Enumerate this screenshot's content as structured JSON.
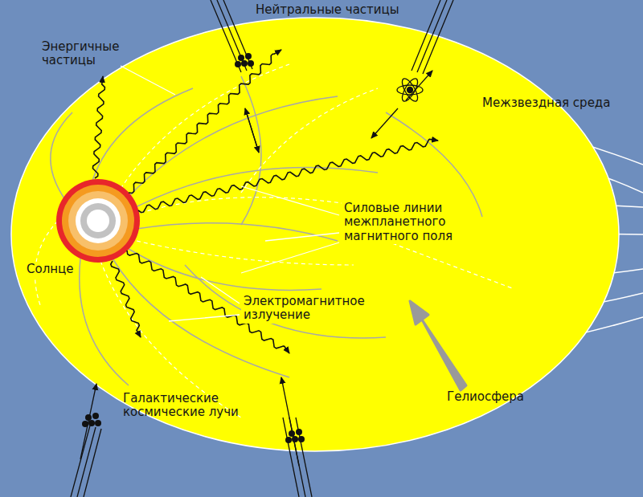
{
  "diagram": {
    "labels": [
      "Нейтральные частицы",
      "Энергичные частицы",
      "Межзвездная среда",
      "Силовые линии межпланетного магнитного поля",
      "Солнце",
      "Электромагнитное излучение",
      "Гелиосфера",
      "Галактические космические лучи"
    ]
  }
}
